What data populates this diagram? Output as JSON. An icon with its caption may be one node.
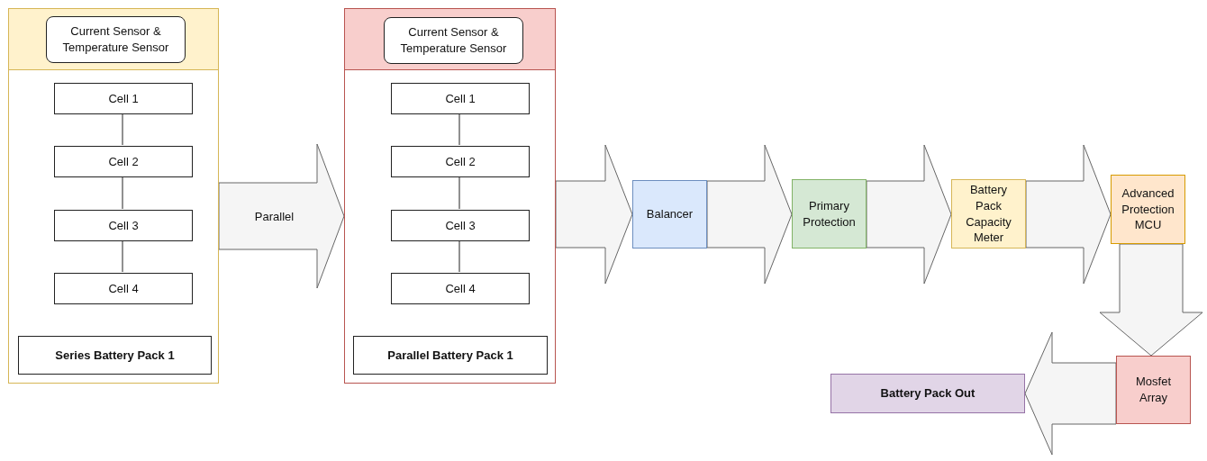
{
  "diagram": {
    "nodes": [
      {
        "text": [],
        "shape": "box"
      },
      {
        "text": [
          "Current Sensor & Temperature Sensor"
        ],
        "in": 0
      },
      {
        "text": [
          "Cell 1"
        ],
        "in": 0
      },
      {
        "text": [
          "Cell 2"
        ],
        "in": 0
      },
      {
        "text": [
          "Cell 3"
        ],
        "in": 0
      },
      {
        "text": [
          "Cell 4"
        ],
        "in": 0
      },
      {
        "text": [
          "Series Battery Pack 1"
        ],
        "in": 0
      },
      {
        "text": [],
        "shape": "box"
      },
      {
        "text": [
          "Current Sensor & Temperature Sensor"
        ],
        "in": 7
      },
      {
        "text": [
          "Cell 1"
        ],
        "in": 7
      },
      {
        "text": [
          "Cell 2"
        ],
        "in": 7
      },
      {
        "text": [
          "Cell 3"
        ],
        "in": 7
      },
      {
        "text": [
          "Cell 4"
        ],
        "in": 7
      },
      {
        "text": [
          "Parallel Battery Pack 1"
        ],
        "in": 7
      },
      {
        "text": [
          "Balancer"
        ]
      },
      {
        "text": [
          "Primary Protection"
        ]
      },
      {
        "text": [
          "Battery Pack Capacity Meter"
        ]
      },
      {
        "text": [
          "Advanced Protection MCU"
        ]
      },
      {
        "text": [
          "Mosfet Array"
        ]
      },
      {
        "text": [
          "Battery Pack Out"
        ]
      }
    ],
    "edges": [
      {
        "from": 2,
        "to": 3,
        "arrow": "none"
      },
      {
        "from": 3,
        "to": 4,
        "arrow": "none"
      },
      {
        "from": 4,
        "to": 5,
        "arrow": "none"
      },
      {
        "from": 9,
        "to": 10,
        "arrow": "none"
      },
      {
        "from": 10,
        "to": 11,
        "arrow": "none"
      },
      {
        "from": 11,
        "to": 12,
        "arrow": "none"
      },
      {
        "from": 0,
        "to": 7,
        "arrow": "to",
        "label": "Parallel",
        "style": "thick"
      },
      {
        "from": 7,
        "to": 14,
        "arrow": "to",
        "style": "thick"
      },
      {
        "from": 14,
        "to": 15,
        "arrow": "to",
        "style": "thick"
      },
      {
        "from": 15,
        "to": 16,
        "arrow": "to",
        "style": "thick"
      },
      {
        "from": 16,
        "to": 17,
        "arrow": "to",
        "style": "thick"
      },
      {
        "from": 17,
        "to": 18,
        "arrow": "to",
        "style": "thick"
      },
      {
        "from": 18,
        "to": 19,
        "arrow": "to",
        "style": "thick"
      }
    ]
  }
}
